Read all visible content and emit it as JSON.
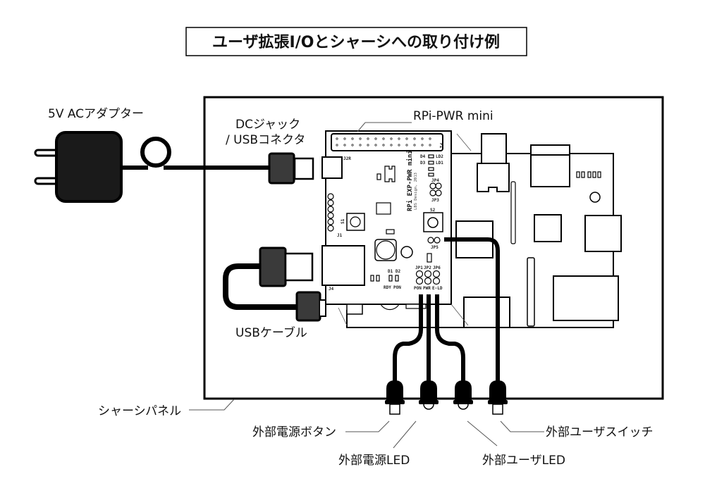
{
  "title": "ユーザ拡張I/Oとシャーシへの取り付け例",
  "labels": {
    "ac_adapter": "5V ACアダプター",
    "dc_jack_line1": "DCジャック",
    "dc_jack_line2": "/ USBコネクタ",
    "board_name": "RPi-PWR mini",
    "usb_cable": "USBケーブル",
    "chassis_panel": "シャーシパネル",
    "ext_power_button": "外部電源ボタン",
    "ext_power_led": "外部電源LED",
    "ext_user_led": "外部ユーザLED",
    "ext_user_switch": "外部ユーザスイッチ"
  },
  "pcb": {
    "silkscreen_name": "RPi EXP-PWR mini",
    "silkscreen_sub": "LBS Design, 2013",
    "connector_p1": "P1",
    "j2r": "J2R",
    "j1": "J1",
    "s1": "S1",
    "j4": "J4",
    "s2": "S2",
    "d4": "D4",
    "d3": "D3",
    "ld2": "LD2",
    "ld1": "LD1",
    "jp4": "JP4",
    "jp3": "JP3",
    "jp5": "JP5",
    "jp1": "JP1",
    "jp2": "JP2",
    "jp6": "JP6",
    "pon": "PON",
    "pwr": "PWR",
    "eld": "E-LD",
    "d1d2": "D1 D2",
    "rdy": "RDY",
    "pon2": "PON"
  },
  "colors": {
    "line": "#000000",
    "connector_fill": "#3a3a3a",
    "adapter_fill": "#1a1a1a",
    "leader": "#555555"
  }
}
